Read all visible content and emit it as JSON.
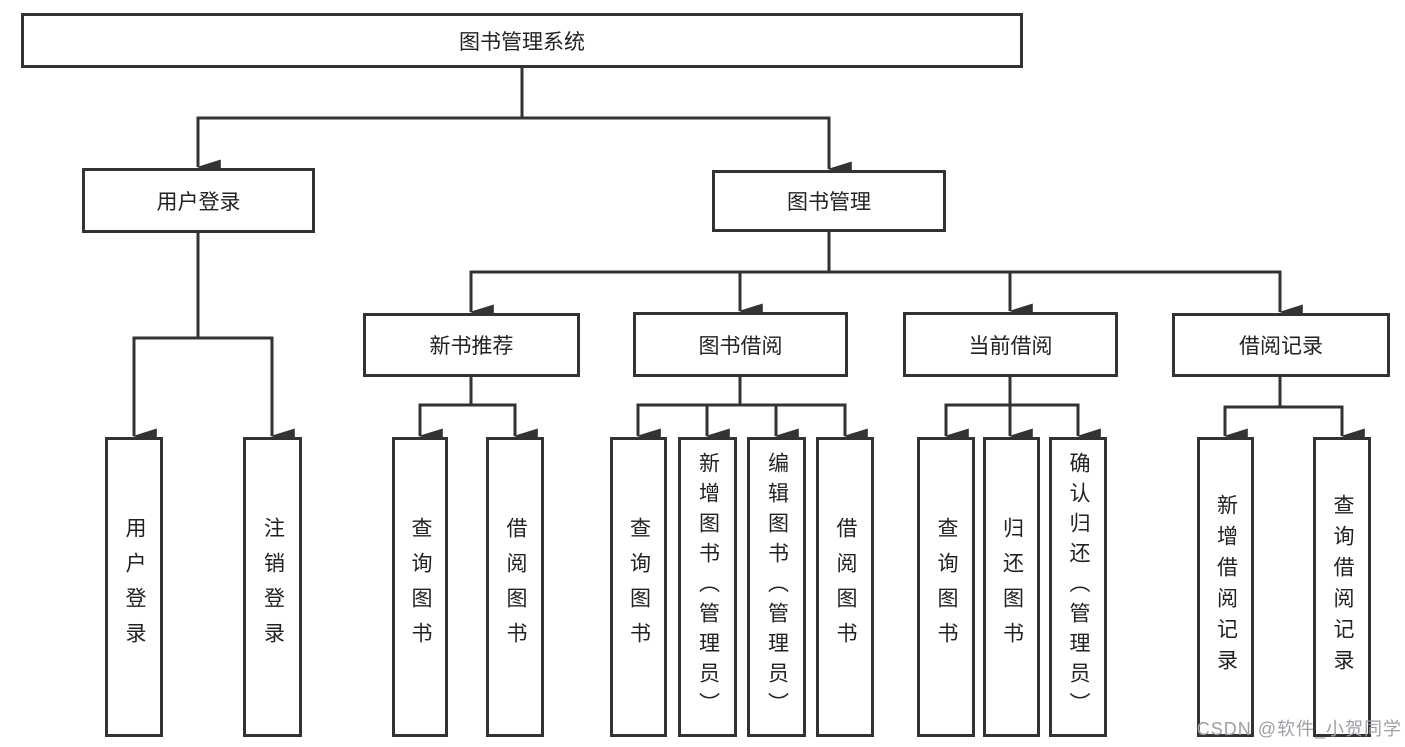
{
  "colors": {
    "line": "#333333",
    "text": "#222222",
    "watermark": "#9e9ea6",
    "background": "#ffffff"
  },
  "watermark": {
    "text": "CSDN @软件_小贺同学"
  },
  "tree": {
    "root": "图书管理系统",
    "children": [
      {
        "label": "用户登录",
        "children": [
          "用户登录",
          "注销登录"
        ]
      },
      {
        "label": "图书管理",
        "children": [
          {
            "label": "新书推荐",
            "children": [
              "查询图书",
              "借阅图书"
            ]
          },
          {
            "label": "图书借阅",
            "children": [
              "查询图书",
              "新增图书（管理员）",
              "编辑图书（管理员）",
              "借阅图书"
            ]
          },
          {
            "label": "当前借阅",
            "children": [
              "查询图书",
              "归还图书",
              "确认归还（管理员）"
            ]
          },
          {
            "label": "借阅记录",
            "children": [
              "新增借阅记录",
              "查询借阅记录"
            ]
          }
        ]
      }
    ]
  }
}
